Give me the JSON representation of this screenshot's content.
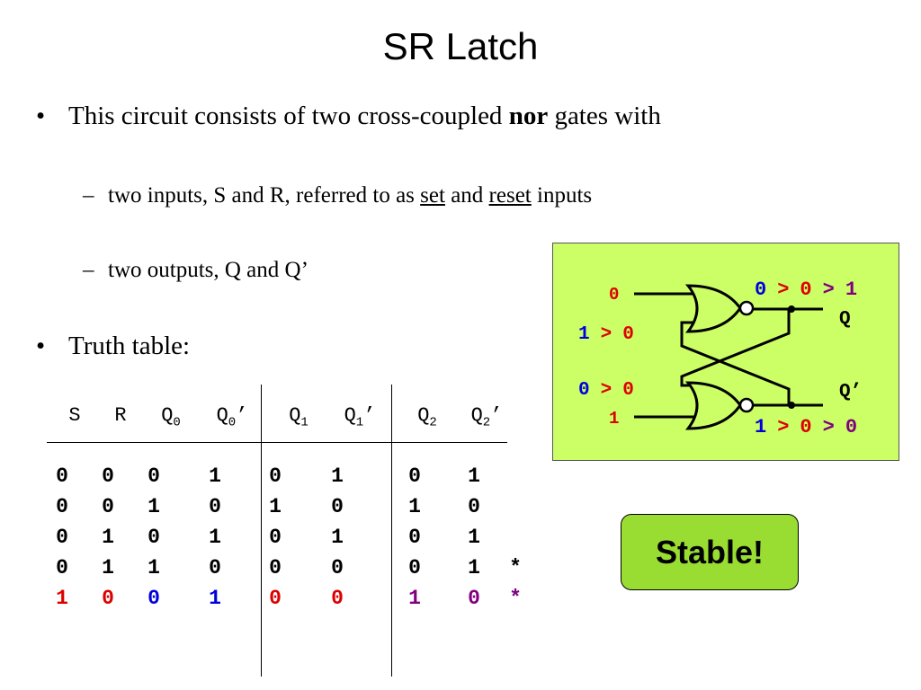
{
  "title": "SR Latch",
  "bullets": {
    "b1_pre": "This circuit consists of two cross-coupled",
    "b1_bold": "nor",
    "b1_post": "gates with",
    "s1_pre": "two inputs, S and R, referred to as",
    "s1_set": "set",
    "s1_and": "and",
    "s1_reset": "reset",
    "s1_post": "inputs",
    "s2": "two outputs, Q and Q’",
    "b2": "Truth table:",
    "bullet_glyph": "•",
    "dash_glyph": "–"
  },
  "table": {
    "headers": [
      {
        "main": "S",
        "sub": "",
        "suffix": ""
      },
      {
        "main": "R",
        "sub": "",
        "suffix": ""
      },
      {
        "main": "Q",
        "sub": "0",
        "suffix": ""
      },
      {
        "main": "Q",
        "sub": "0",
        "suffix": "’"
      },
      {
        "main": "Q",
        "sub": "1",
        "suffix": ""
      },
      {
        "main": "Q",
        "sub": "1",
        "suffix": "’"
      },
      {
        "main": "Q",
        "sub": "2",
        "suffix": ""
      },
      {
        "main": "Q",
        "sub": "2",
        "suffix": "’"
      }
    ],
    "rows": [
      {
        "cells": [
          "0",
          "0",
          "0",
          "1",
          "0",
          "1",
          "0",
          "1"
        ],
        "mark": ""
      },
      {
        "cells": [
          "0",
          "0",
          "1",
          "0",
          "1",
          "0",
          "1",
          "0"
        ],
        "mark": ""
      },
      {
        "cells": [
          "0",
          "1",
          "0",
          "1",
          "0",
          "1",
          "0",
          "1"
        ],
        "mark": ""
      },
      {
        "cells": [
          "0",
          "1",
          "1",
          "0",
          "0",
          "0",
          "0",
          "1"
        ],
        "mark": "*"
      },
      {
        "cells": [
          "1",
          "0",
          "0",
          "1",
          "0",
          "0",
          "1",
          "0"
        ],
        "mark": "*"
      }
    ],
    "highlight_colors": [
      "#dd0000",
      "#dd0000",
      "#0000dd",
      "#0000dd",
      "#dd0000",
      "#dd0000",
      "#800080",
      "#800080"
    ],
    "highlight_mark_color": "#800080"
  },
  "circuit": {
    "top_input": "0",
    "r_label_a": "1",
    "r_label_b": "0",
    "s_label_a": "0",
    "s_label_b": "0",
    "bottom_input": "1",
    "q_value_a": "0",
    "q_value_b": "0",
    "q_value_c": "1",
    "q_label": "Q",
    "qbar_label": "Q’",
    "qbar_value_a": "1",
    "qbar_value_b": "0",
    "qbar_value_c": "0",
    "arrow": ">",
    "colors": {
      "blue": "#0000dd",
      "red": "#dd0000",
      "purple": "#800080",
      "panel": "#ccff66"
    }
  },
  "stable_label": "Stable!"
}
